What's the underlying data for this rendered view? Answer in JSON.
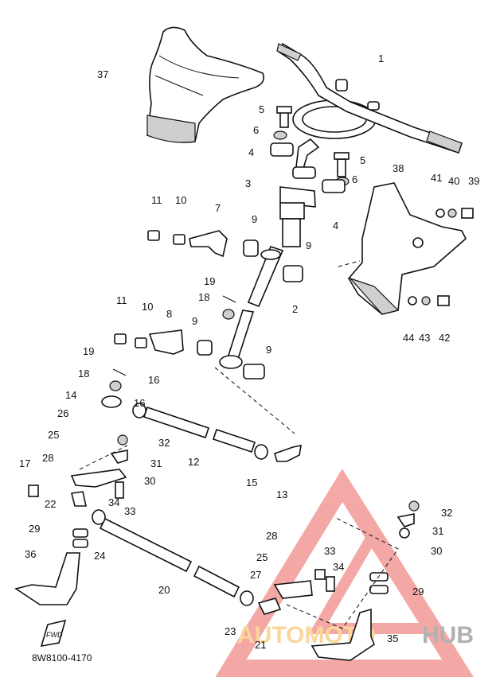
{
  "diagram_code": "8W8100-4170",
  "tag_text": "FWD",
  "watermark": {
    "text_auto": "AUTOMOTO",
    "text_hub": "HUB",
    "color_auto": "#f5a623",
    "color_hub": "#555555",
    "triangle_color": "#e8413a"
  },
  "labels": [
    "37",
    "1",
    "5",
    "6",
    "4",
    "5",
    "6",
    "3",
    "4",
    "38",
    "41",
    "40",
    "39",
    "11",
    "10",
    "7",
    "9",
    "9",
    "2",
    "19",
    "18",
    "11",
    "10",
    "8",
    "9",
    "9",
    "44",
    "43",
    "42",
    "19",
    "18",
    "14",
    "16",
    "16",
    "26",
    "25",
    "32",
    "31",
    "30",
    "17",
    "28",
    "34",
    "33",
    "22",
    "15",
    "12",
    "13",
    "29",
    "24",
    "36",
    "20",
    "32",
    "31",
    "30",
    "28",
    "33",
    "25",
    "34",
    "27",
    "29",
    "23",
    "21",
    "35"
  ]
}
